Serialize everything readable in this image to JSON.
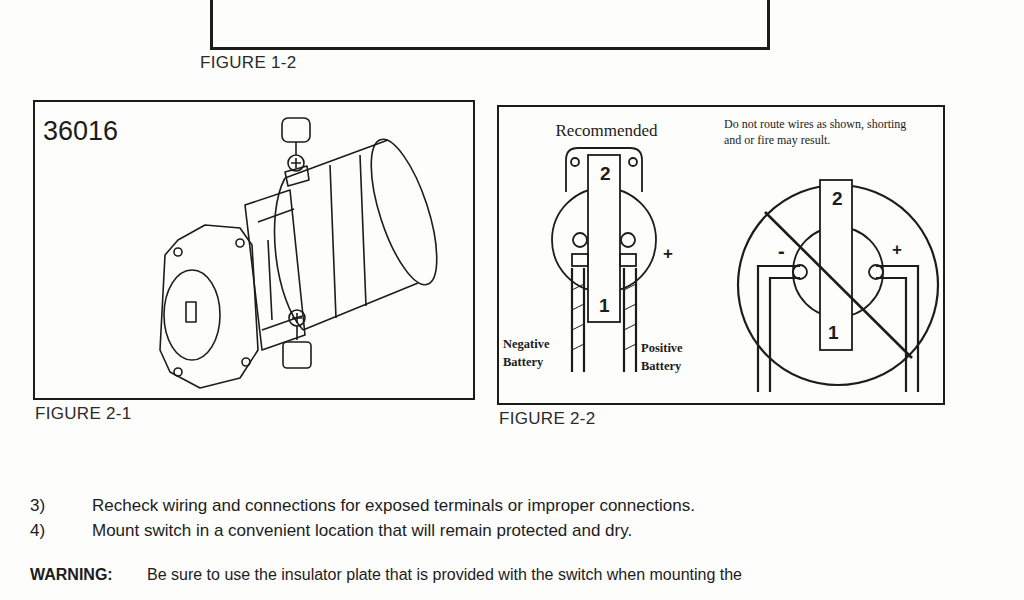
{
  "diagram": {
    "nodes": [
      {
        "text": [
          "FIGURE 1-2"
        ]
      },
      {
        "text": [
          "36016",
          "FIGURE 2-1"
        ]
      },
      {
        "text": [
          "Recommended",
          "Do not route wires as shown, shorting and or fire may result.",
          "FIGURE 2-2"
        ]
      }
    ],
    "labels": [
      "2",
      "1",
      "+",
      "Negative Battery",
      "Positive Battery",
      "2",
      "-",
      "+",
      "1",
      "3)",
      "Recheck wiring and connections for exposed terminals or improper connections.",
      "4)",
      "Mount switch in a convenient location that will remain protected and dry.",
      "WARNING:",
      "Be sure to use the insulator plate that is provided with the switch when mounting the"
    ]
  }
}
